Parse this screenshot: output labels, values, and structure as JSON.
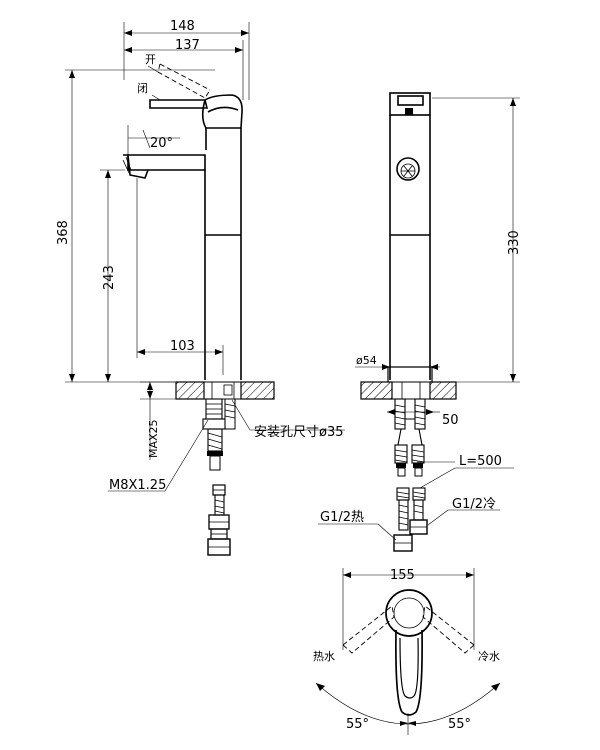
{
  "side_view": {
    "width_total": "148",
    "width_spout": "137",
    "label_open": "开",
    "label_close": "闭",
    "angle": "20°",
    "height_total": "368",
    "height_spout": "243",
    "reach": "103",
    "max_deck": "MAX25",
    "hole_size": "安装孔尺寸ø35",
    "bolt": "M8X1.25"
  },
  "front_view": {
    "height": "330",
    "base_dia": "ø54",
    "depth": "50",
    "hose_len": "L=500",
    "hot_conn": "G1/2热",
    "cold_conn": "G1/2冷"
  },
  "top_view": {
    "width": "155",
    "hot": "热水",
    "cold": "冷水",
    "angle_left": "55°",
    "angle_right": "55°"
  }
}
